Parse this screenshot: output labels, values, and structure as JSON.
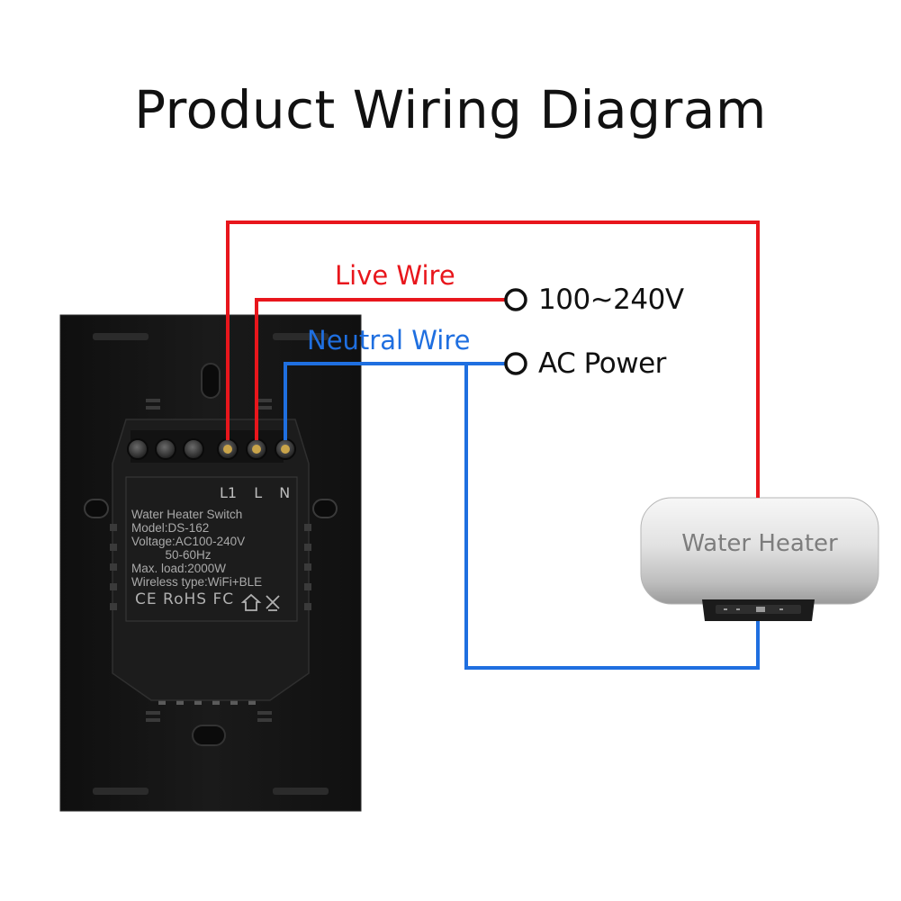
{
  "title": "Product Wiring Diagram",
  "labels": {
    "live_wire": "Live Wire",
    "neutral_wire": "Neutral Wire",
    "voltage": "100~240V",
    "ac_power": "AC Power",
    "water_heater": "Water Heater"
  },
  "switch": {
    "terminals": [
      "L1",
      "L",
      "N"
    ],
    "spec_lines": [
      "Water Heater Switch",
      "Model:DS-162",
      "Voltage:AC100-240V",
      "          50-60Hz",
      "Max. load:2000W",
      "Wireless type:WiFi+BLE"
    ],
    "certifications": "CE RoHS FC"
  },
  "colors": {
    "live": "#e8161c",
    "neutral": "#1f6fe0",
    "panel": "#141414",
    "module": "#1c1c1c"
  }
}
